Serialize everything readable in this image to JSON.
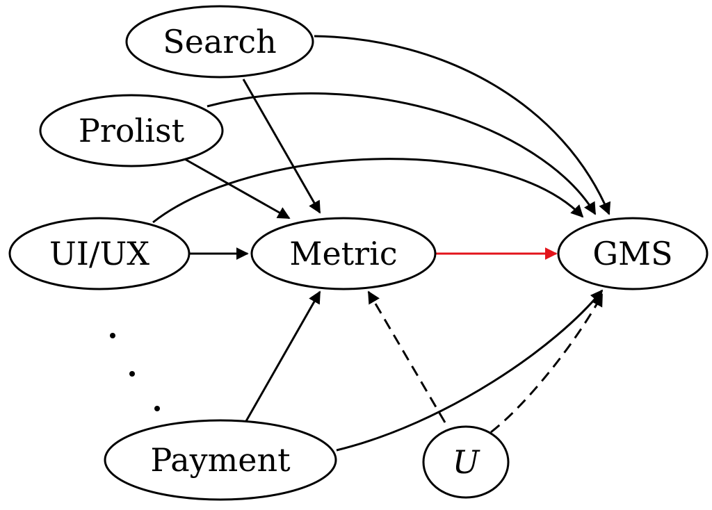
{
  "diagram": {
    "nodes": {
      "search": "Search",
      "prolist": "Prolist",
      "uiux": "UI/UX",
      "metric": "Metric",
      "gms": "GMS",
      "payment": "Payment",
      "u": "U"
    },
    "colors": {
      "edge": "#000000",
      "highlight_edge": "#e3141b"
    }
  }
}
